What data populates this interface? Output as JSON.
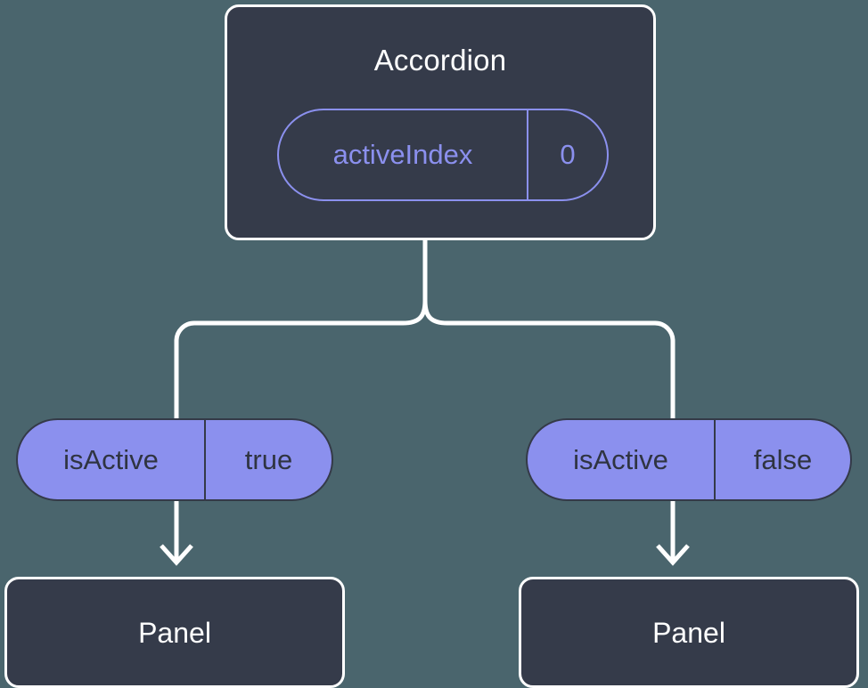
{
  "diagram": {
    "title_node": {
      "label": "Accordion",
      "state_pill": {
        "key": "activeIndex",
        "value": "0"
      }
    },
    "branches": [
      {
        "side": "left",
        "prop_pill": {
          "key": "isActive",
          "value": "true"
        },
        "child": {
          "label": "Panel"
        }
      },
      {
        "side": "right",
        "prop_pill": {
          "key": "isActive",
          "value": "false"
        },
        "child": {
          "label": "Panel"
        }
      }
    ],
    "colors": {
      "background": "#4a656d",
      "card_fill": "#353b4a",
      "card_border": "#ffffff",
      "accent": "#8b90ee",
      "pill_text": "#2f3441",
      "title_text": "#ffffff",
      "connector": "#ffffff"
    }
  }
}
